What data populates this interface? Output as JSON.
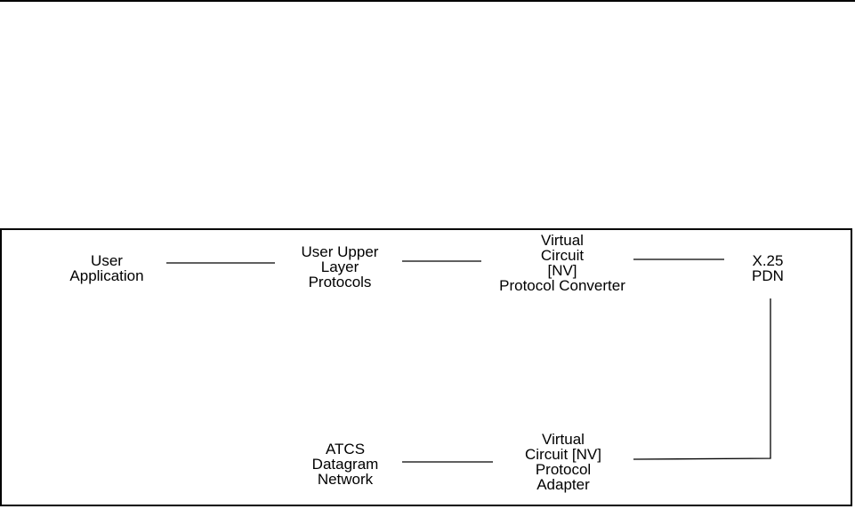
{
  "nodes": {
    "user_application": {
      "lines": [
        "User",
        "Application"
      ]
    },
    "user_upper_layer": {
      "lines": [
        "User Upper",
        "Layer",
        "Protocols"
      ]
    },
    "vc_protocol_converter": {
      "lines": [
        "Virtual",
        "Circuit",
        "[NV]",
        "Protocol Converter"
      ]
    },
    "x25_pdn": {
      "lines": [
        "X.25",
        "PDN"
      ]
    },
    "atcs_datagram": {
      "lines": [
        "ATCS",
        "Datagram",
        "Network"
      ]
    },
    "vc_protocol_adapter": {
      "lines": [
        "Virtual",
        "Circuit [NV]",
        "Protocol",
        "Adapter"
      ]
    }
  }
}
